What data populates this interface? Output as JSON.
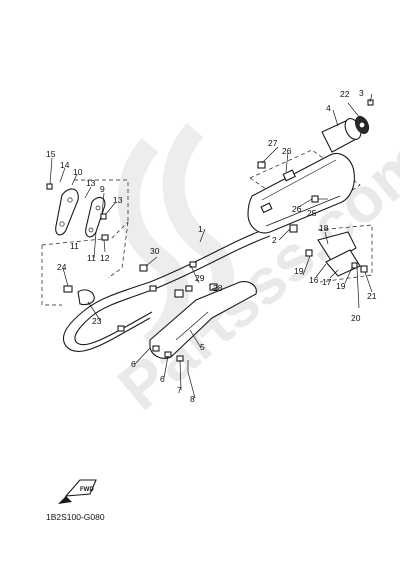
{
  "diagram_code": "1B2S100-G080",
  "watermark": "Partsss.com",
  "front_icon_label": "FWD",
  "callouts": [
    "1",
    "2",
    "3",
    "4",
    "5",
    "6",
    "6",
    "7",
    "8",
    "9",
    "10",
    "11",
    "11",
    "12",
    "13",
    "13",
    "14",
    "15",
    "16",
    "17",
    "18",
    "19",
    "19",
    "20",
    "21",
    "22",
    "23",
    "24",
    "25",
    "26",
    "26",
    "27",
    "28",
    "29",
    "30"
  ],
  "colors": {
    "line": "#1a1a1a",
    "watermark": "#e9e9e9",
    "background": "#ffffff"
  }
}
